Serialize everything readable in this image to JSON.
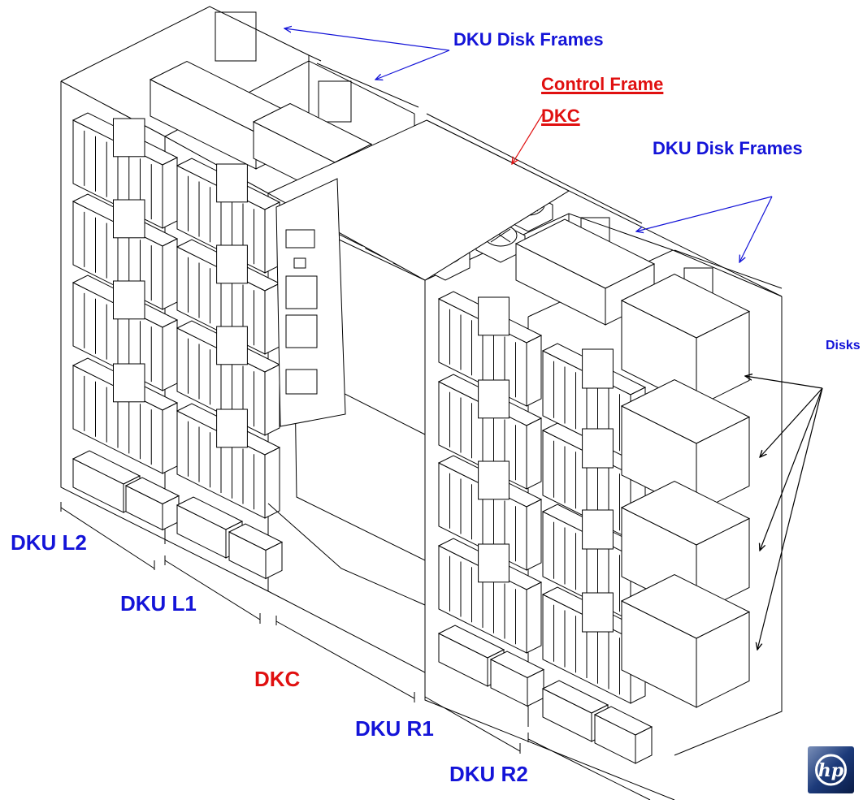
{
  "labels": {
    "dku_disk_frames_top": "DKU Disk Frames",
    "control_frame": "Control Frame",
    "control_frame_dkc": "DKC",
    "dku_disk_frames_right": "DKU Disk Frames",
    "disks": "Disks",
    "dku_l2": "DKU L2",
    "dku_l1": "DKU L1",
    "dkc": "DKC",
    "dku_r1": "DKU R1",
    "dku_r2": "DKU R2"
  },
  "logo": {
    "text": "hp",
    "icon": "hp-logo-icon"
  },
  "colors": {
    "blue_label": "#1414d8",
    "red_label": "#e01010",
    "line": "#000000",
    "arrow_blue": "#1414d8",
    "arrow_red": "#e01010"
  }
}
